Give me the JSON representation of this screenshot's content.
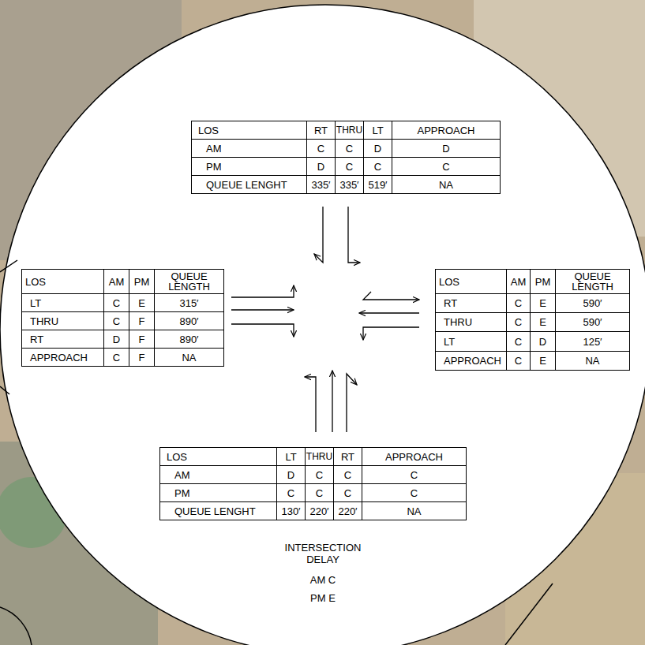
{
  "diagram": {
    "labels": [
      "LOS",
      "RT",
      "THRU",
      "LT",
      "APPROACH",
      "AM",
      "C",
      "C",
      "D",
      "D",
      "PM",
      "D",
      "C",
      "C",
      "C",
      "QUEUE LENGHT",
      "335′",
      "335′",
      "519′",
      "NA",
      "LOS",
      "AM",
      "PM",
      "QUEUE LENGTH",
      "LT",
      "C",
      "E",
      "315′",
      "THRU",
      "C",
      "F",
      "890′",
      "RT",
      "D",
      "F",
      "890′",
      "APPROACH",
      "C",
      "F",
      "NA",
      "LOS",
      "AM",
      "PM",
      "QUEUE LENGTH",
      "RT",
      "C",
      "E",
      "590′",
      "THRU",
      "C",
      "E",
      "590′",
      "LT",
      "C",
      "D",
      "125′",
      "APPROACH",
      "C",
      "E",
      "NA",
      "LOS",
      "LT",
      "THRU",
      "RT",
      "APPROACH",
      "AM",
      "D",
      "C",
      "C",
      "C",
      "PM",
      "C",
      "C",
      "C",
      "C",
      "QUEUE LENGHT",
      "130′",
      "220′",
      "220′",
      "NA",
      "INTERSECTION DELAY",
      "AM C",
      "PM E"
    ]
  }
}
